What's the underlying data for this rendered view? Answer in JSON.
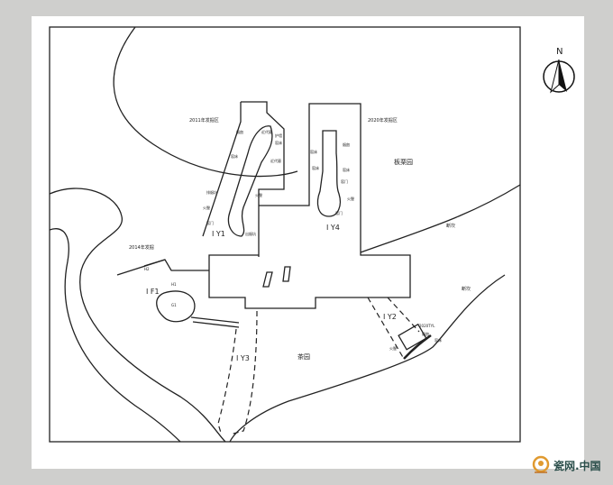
{
  "labels": {
    "zone_2011": "2011年发掘区",
    "zone_2020": "2020年发掘区",
    "zone_2014": "2014年发掘",
    "chestnut_garden": "板栗园",
    "tea_garden": "茶园",
    "scarp_1": "断坎",
    "scarp_2": "断坎",
    "kiln_y1": "I Y1",
    "kiln_y2": "I Y2",
    "kiln_y3": "I Y3",
    "kiln_y4": "I Y4",
    "site_f1": "I F1",
    "pit_g1": "G1",
    "pit_h1": "H1",
    "pit_h2": "H2",
    "north": "N"
  },
  "y1_notes": [
    "近代墓",
    "烟囱",
    "窑床",
    "护墙",
    "近代墓",
    "窑床",
    "排烟坑",
    "火膛",
    "窑门",
    "出烟坑",
    "火膛"
  ],
  "y4_notes": [
    "烟囱",
    "窑床",
    "窑床",
    "窑床",
    "窑门",
    "火膛",
    "窑门"
  ],
  "y2_notes": [
    "2020TYL",
    "烟囱",
    "窑床",
    "火膛"
  ],
  "watermark": {
    "text": "瓷网.中国"
  }
}
